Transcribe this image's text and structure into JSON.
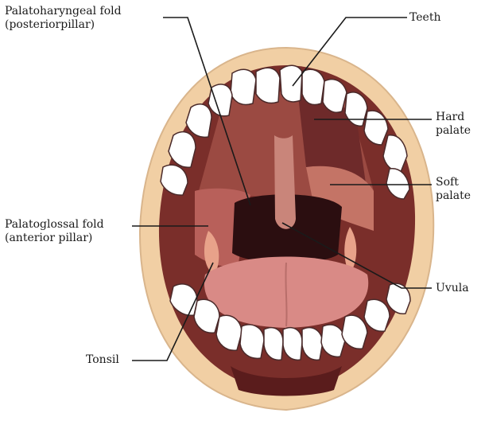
{
  "labels": {
    "palatopharyngeal": {
      "line1": "Palatoharyngeal fold",
      "line2": "(posteriorpillar)"
    },
    "teeth": {
      "line1": "Teeth"
    },
    "hard_palate": {
      "line1": "Hard",
      "line2": "palate"
    },
    "soft_palate": {
      "line1": "Soft",
      "line2": "palate"
    },
    "palatoglossal": {
      "line1": "Palatoglossal fold",
      "line2": "(anterior pillar)"
    },
    "uvula": {
      "line1": "Uvula"
    },
    "tonsil": {
      "line1": "Tonsil"
    }
  },
  "colors": {
    "lips": "#f1cfa4",
    "cavity": "#7a2e2a",
    "palate": "#9b4a42",
    "throat": "#2b0e10",
    "tongue": "#d98a86",
    "tonsil": "#e8a28a",
    "teeth": "#ffffff",
    "leader": "#1a1a1a"
  }
}
